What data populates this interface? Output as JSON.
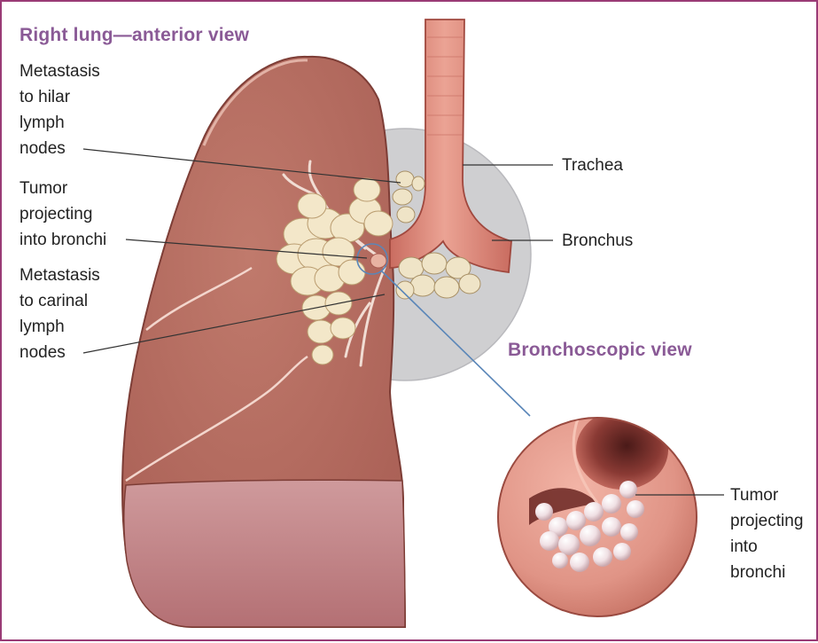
{
  "figure": {
    "title": "Right lung—anterior view",
    "inset_title": "Bronchoscopic view",
    "colors": {
      "border": "#9a3b76",
      "title": "#8a5a96",
      "lung_tissue": "#b26b5f",
      "lung_base": "#c4868a",
      "airway": "#dd8a7c",
      "lymph_nodes": "#f2e6c8",
      "circle_backdrop": "#cfcfd1",
      "leader_line": "#333333",
      "callout_line": "#5a86b8"
    }
  },
  "labels": {
    "hilar_metastasis": [
      "Metastasis",
      "to hilar",
      "lymph",
      "nodes"
    ],
    "tumor_bronchi": [
      "Tumor",
      "projecting",
      "into bronchi"
    ],
    "carinal_metastasis": [
      "Metastasis",
      "to carinal",
      "lymph",
      "nodes"
    ],
    "trachea": "Trachea",
    "bronchus": "Bronchus",
    "inset_tumor": [
      "Tumor",
      "projecting",
      "into",
      "bronchi"
    ]
  }
}
